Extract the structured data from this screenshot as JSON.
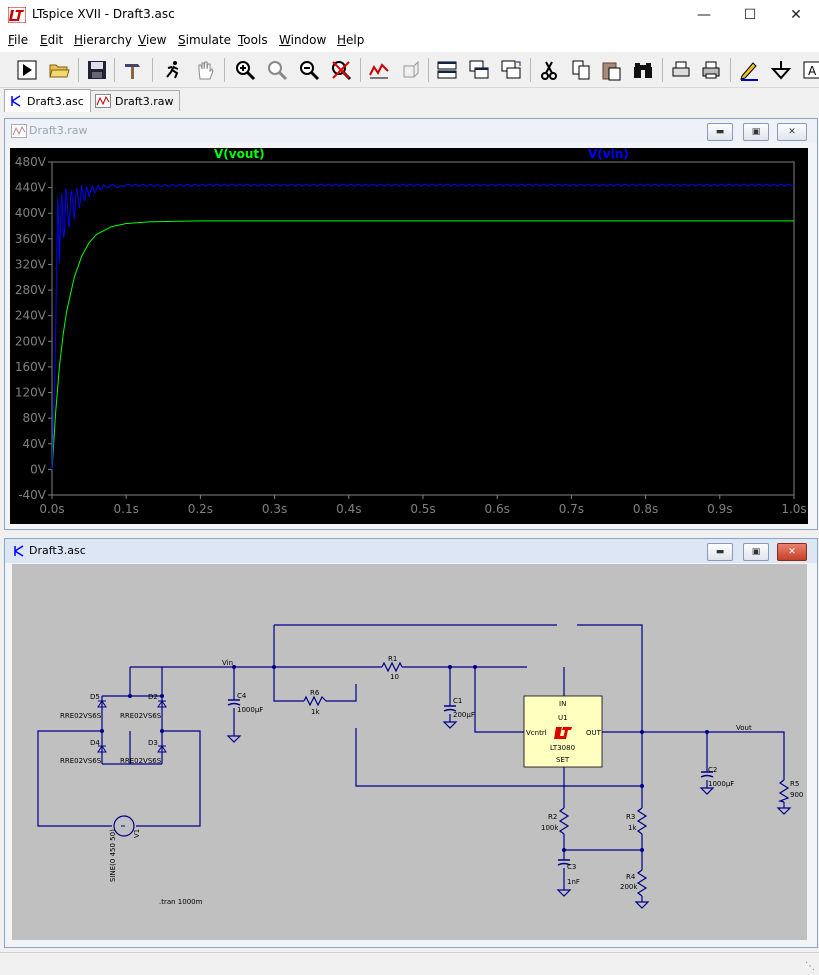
{
  "window": {
    "title": "LTspice XVII - Draft3.asc"
  },
  "menu": [
    {
      "label": "File",
      "u": "F",
      "rest": "ile"
    },
    {
      "label": "Edit",
      "u": "E",
      "rest": "dit"
    },
    {
      "label": "Hierarchy",
      "u": "H",
      "rest": "ierarchy"
    },
    {
      "label": "View",
      "u": "V",
      "rest": "iew"
    },
    {
      "label": "Simulate",
      "u": "S",
      "rest": "imulate"
    },
    {
      "label": "Tools",
      "u": "T",
      "rest": "ools"
    },
    {
      "label": "Window",
      "u": "W",
      "rest": "indow"
    },
    {
      "label": "Help",
      "u": "H",
      "rest": "elp"
    }
  ],
  "tabs": [
    {
      "label": "Draft3.asc",
      "active": true,
      "icon": "schematic-icon"
    },
    {
      "label": "Draft3.raw",
      "active": false,
      "icon": "waveform-icon"
    }
  ],
  "waveform_window": {
    "title": "Draft3.raw"
  },
  "schematic_window": {
    "title": "Draft3.asc"
  },
  "colors": {
    "vout": "#00ff00",
    "vin": "#0000ff",
    "wire": "#00008b",
    "plot_bg": "#000000",
    "schematic_bg": "#c0c0c0"
  },
  "chart_data": {
    "type": "line",
    "x_ticks": [
      "0.0s",
      "0.1s",
      "0.2s",
      "0.3s",
      "0.4s",
      "0.5s",
      "0.6s",
      "0.7s",
      "0.8s",
      "0.9s",
      "1.0s"
    ],
    "y_ticks": [
      "480V",
      "440V",
      "400V",
      "360V",
      "320V",
      "280V",
      "240V",
      "200V",
      "160V",
      "120V",
      "80V",
      "40V",
      "0V",
      "-40V"
    ],
    "xlim": [
      0,
      1.0
    ],
    "ylim": [
      -40,
      480
    ],
    "series": [
      {
        "name": "V(vout)",
        "color": "#00ff00",
        "x": [
          0,
          0.005,
          0.01,
          0.015,
          0.02,
          0.03,
          0.04,
          0.05,
          0.06,
          0.08,
          0.1,
          0.13,
          0.17,
          0.2,
          0.3,
          0.5,
          0.7,
          0.9,
          1.0
        ],
        "y": [
          0,
          90,
          160,
          210,
          248,
          300,
          333,
          354,
          367,
          379,
          384,
          386.5,
          387.5,
          388,
          388,
          388,
          388,
          388,
          388
        ]
      },
      {
        "name": "V(vin)",
        "color": "#0000ff",
        "x": [
          0,
          0.004,
          0.008,
          0.01,
          0.013,
          0.016,
          0.019,
          0.023,
          0.026,
          0.03,
          0.033,
          0.037,
          0.04,
          0.044,
          0.047,
          0.05,
          0.054,
          0.058,
          0.062,
          0.066,
          0.07,
          0.075,
          0.08,
          0.09,
          0.1,
          0.15,
          0.2,
          0.3,
          0.5,
          0.7,
          0.9,
          1.0
        ],
        "y": [
          0,
          150,
          440,
          322,
          442,
          348,
          443,
          370,
          443,
          390,
          443,
          405,
          444,
          416,
          444,
          425,
          444,
          431,
          444,
          436,
          444,
          439,
          444,
          441,
          444,
          443,
          444,
          444,
          444,
          444,
          444,
          444
        ]
      }
    ]
  },
  "schematic": {
    "net_labels": {
      "vin": "Vin",
      "vout": "Vout"
    },
    "components": [
      {
        "ref": "D5",
        "value": "RRE02VS6S"
      },
      {
        "ref": "D2",
        "value": "RRE02VS6S"
      },
      {
        "ref": "D4",
        "value": "RRE02VS6S"
      },
      {
        "ref": "D3",
        "value": "RRE02VS6S"
      },
      {
        "ref": "C4",
        "value": "1000µF"
      },
      {
        "ref": "R6",
        "value": "1k"
      },
      {
        "ref": "R1",
        "value": "10"
      },
      {
        "ref": "C1",
        "value": "200µF"
      },
      {
        "ref": "C2",
        "value": "1000µF"
      },
      {
        "ref": "R5",
        "value": "900"
      },
      {
        "ref": "R2",
        "value": "100k"
      },
      {
        "ref": "R3",
        "value": "1k"
      },
      {
        "ref": "C3",
        "value": "1nF"
      },
      {
        "ref": "R4",
        "value": "200k"
      },
      {
        "ref": "V1",
        "value": "SINE(0 450 50)"
      }
    ],
    "ic": {
      "ref": "U1",
      "part": "LT3080",
      "pins": {
        "in": "IN",
        "out": "OUT",
        "vcntrl": "Vcntrl",
        "set": "SET"
      }
    },
    "directive": ".tran 1000m"
  }
}
